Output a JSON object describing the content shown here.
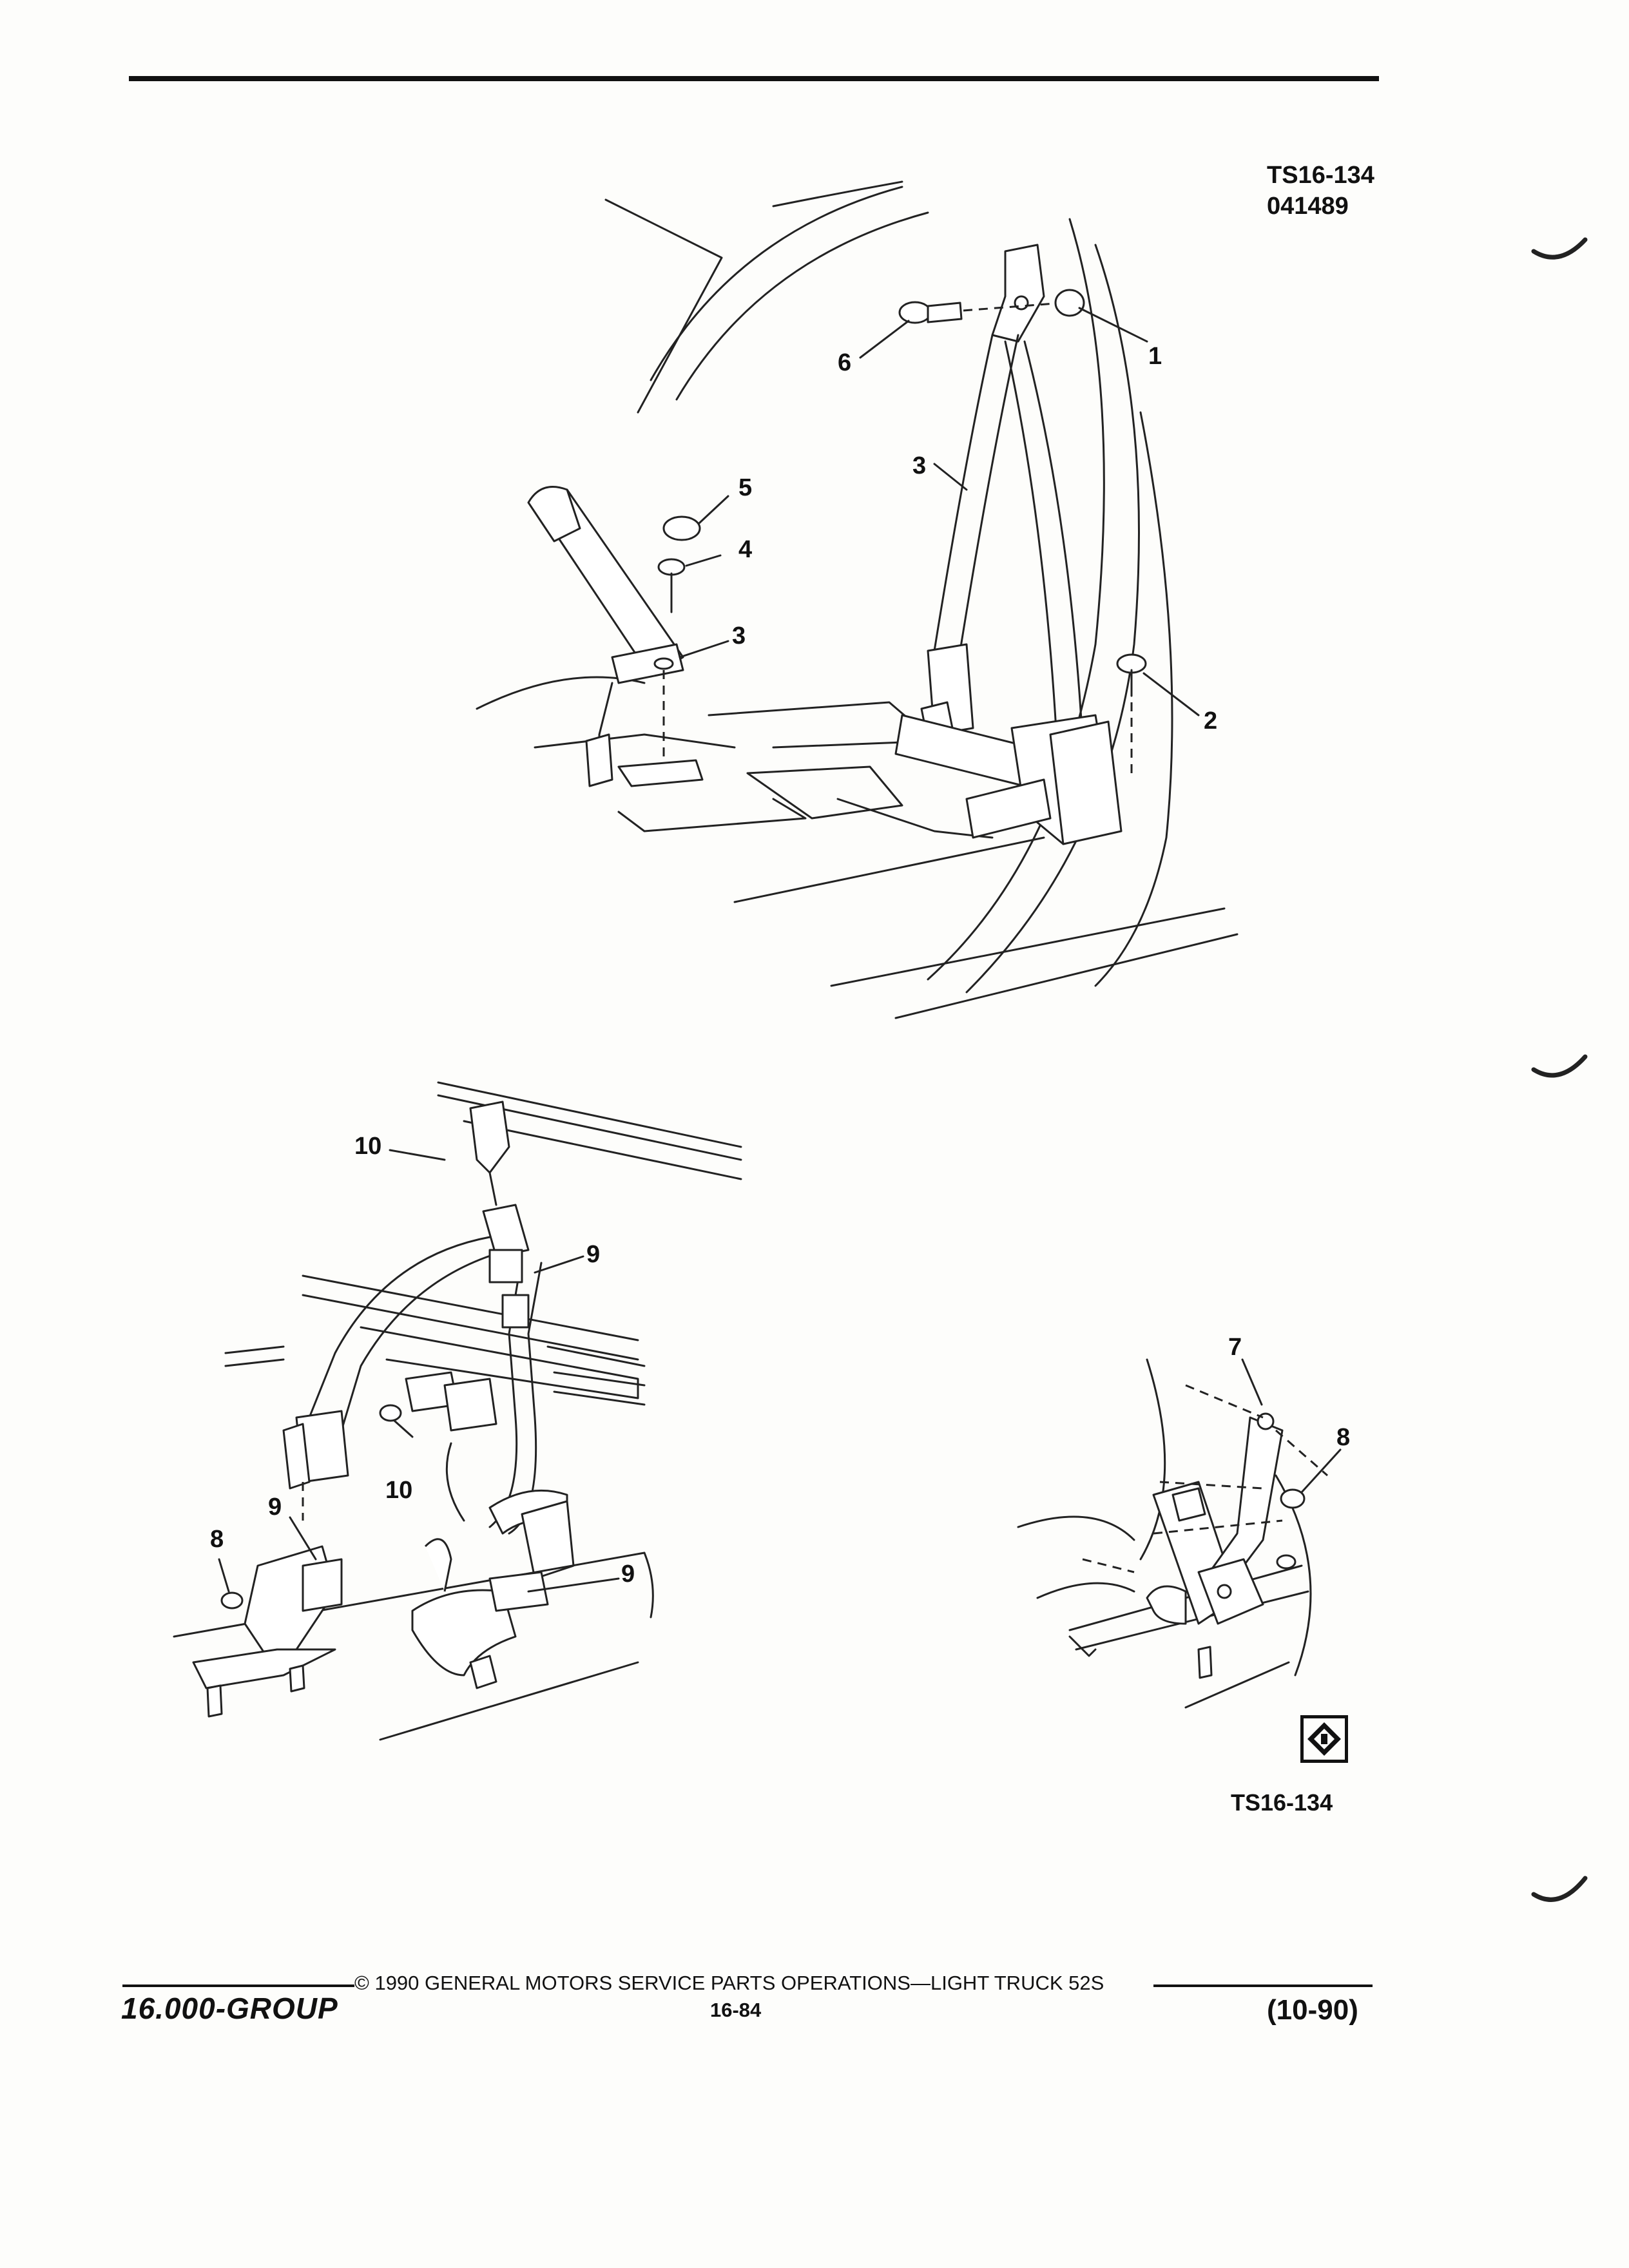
{
  "header": {
    "ident_line1": "TS16-134",
    "ident_line2": "041489"
  },
  "diagrams": {
    "front_callouts": [
      "1",
      "2",
      "3",
      "3",
      "4",
      "5",
      "6"
    ],
    "rear_callouts": [
      "8",
      "9",
      "9",
      "9",
      "10",
      "10"
    ],
    "bench_callouts": [
      "7",
      "8"
    ],
    "figure_ref": "TS16-134"
  },
  "footer": {
    "group": "16.000-GROUP",
    "copyright": "© 1990  GENERAL MOTORS SERVICE PARTS OPERATIONS—LIGHT TRUCK 52S",
    "page_number": "16-84",
    "revision": "(10-90)"
  }
}
